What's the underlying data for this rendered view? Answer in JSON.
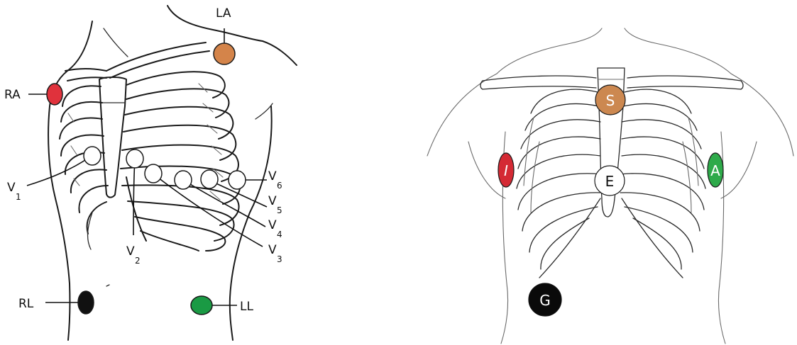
{
  "left_diagram": {
    "labels": {
      "la": "LA",
      "ra": "RA",
      "rl": "RL",
      "ll": "LL",
      "v_letter": "V",
      "v1_sub": "1",
      "v2_sub": "2",
      "v3_sub": "3",
      "v4_sub": "4",
      "v5_sub": "5",
      "v6_sub": "6"
    },
    "colors": {
      "la": "#d4844a",
      "ra": "#e0323c",
      "rl": "#111111",
      "ll": "#1a9a44",
      "precordial": "#ffffff"
    }
  },
  "right_diagram": {
    "labels": {
      "s": "S",
      "i": "I",
      "a": "A",
      "e": "E",
      "g": "G"
    },
    "colors": {
      "s": "#cc8850",
      "i": "#d42a34",
      "a": "#2eaa4a",
      "e": "#ffffff",
      "g": "#0a0a0a"
    }
  }
}
